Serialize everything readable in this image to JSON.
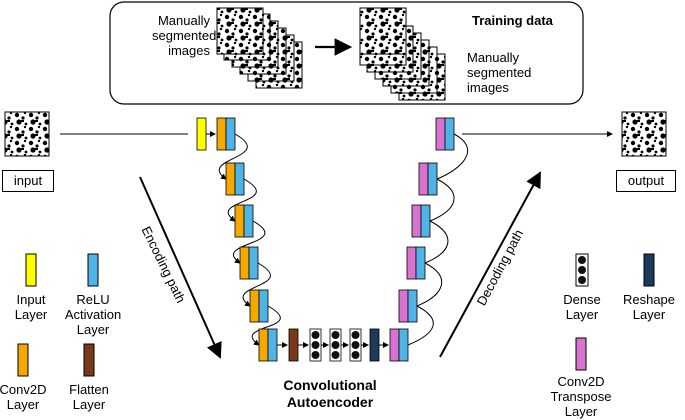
{
  "training_box": {
    "left_caption": [
      "Manually",
      "segmented",
      "images"
    ],
    "right_caption": [
      "Manually",
      "segmented",
      "images"
    ],
    "title": "Training data"
  },
  "io": {
    "input_label": "input",
    "output_label": "output"
  },
  "paths": {
    "encoding": "Encoding path",
    "decoding": "Decoding path"
  },
  "center_title": [
    "Convolutional",
    "Autoencoder"
  ],
  "legend_left": {
    "input": [
      "Input",
      "Layer"
    ],
    "relu": [
      "ReLU",
      "Activation",
      "Layer"
    ],
    "conv2d": [
      "Conv2D",
      "Layer"
    ],
    "flatten": [
      "Flatten",
      "Layer"
    ]
  },
  "legend_right": {
    "dense": [
      "Dense",
      "Layer"
    ],
    "reshape": [
      "Reshape",
      "Layer"
    ],
    "conv2dt": [
      "Conv2D",
      "Transpose",
      "Layer"
    ]
  },
  "colors": {
    "input_layer": "#ffff00",
    "conv2d": "#f5a800",
    "relu": "#4fb3e6",
    "flatten": "#7a3a1a",
    "dense": "#111111",
    "reshape": "#1b3a5c",
    "conv2d_transpose": "#d973d0"
  }
}
